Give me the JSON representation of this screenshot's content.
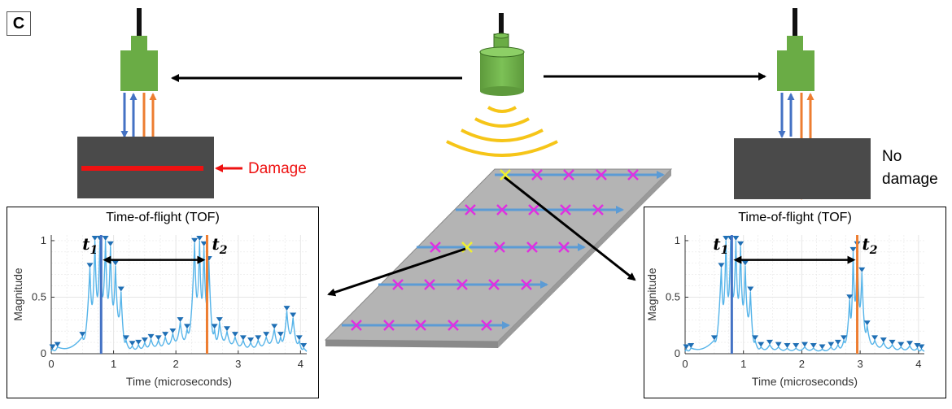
{
  "panel_label": "C",
  "damage_label": "Damage",
  "no_damage_label_line1": "No",
  "no_damage_label_line2": "damage",
  "colors": {
    "transducer": "#6aac45",
    "cable": "#111111",
    "wave": "#f6c518",
    "plate_dark": "#4a4a4a",
    "damage_line": "#ee1111",
    "arrow_blue": "#4472c4",
    "arrow_orange": "#ed7d31",
    "scan_arrow": "#5b9bd5",
    "marker_magenta": "#e030e0",
    "marker_yellow": "#f0f030",
    "signal": "#56b4e9",
    "peak_marker": "#1f6fb5",
    "t1_line": "#4472c4",
    "t2_line": "#ed7d31"
  },
  "plots": [
    {
      "title": "Time-of-flight (TOF)",
      "xlabel": "Time (microseconds)",
      "ylabel": "Magnitude",
      "t1_label": "t",
      "t1_sub": "1",
      "t2_label": "t",
      "t2_sub": "2",
      "xticks": [
        "0",
        "1",
        "2",
        "3",
        "4"
      ],
      "yticks": [
        "0",
        "0.5",
        "1"
      ]
    },
    {
      "title": "Time-of-flight (TOF)",
      "xlabel": "Time (microseconds)",
      "ylabel": "Magnitude",
      "t1_label": "t",
      "t1_sub": "1",
      "t2_label": "t",
      "t2_sub": "2",
      "xticks": [
        "0",
        "1",
        "2",
        "3",
        "4"
      ],
      "yticks": [
        "0",
        "0.5",
        "1"
      ]
    }
  ],
  "chart_data": [
    {
      "type": "line",
      "title": "Time-of-flight (TOF)",
      "xlabel": "Time (microseconds)",
      "ylabel": "Magnitude",
      "xlim": [
        0,
        4.1
      ],
      "ylim": [
        0,
        1.05
      ],
      "t1": 0.8,
      "t2": 2.5,
      "peaks_x": [
        0.02,
        0.1,
        0.5,
        0.62,
        0.7,
        0.78,
        0.87,
        0.95,
        1.03,
        1.12,
        1.2,
        1.3,
        1.4,
        1.5,
        1.6,
        1.72,
        1.83,
        1.95,
        2.07,
        2.18,
        2.3,
        2.38,
        2.45,
        2.53,
        2.62,
        2.7,
        2.82,
        2.95,
        3.08,
        3.2,
        3.32,
        3.45,
        3.58,
        3.68,
        3.78,
        3.88,
        3.98,
        4.05
      ],
      "peaks_y": [
        0.04,
        0.06,
        0.15,
        0.76,
        1.0,
        1.0,
        1.0,
        0.95,
        0.78,
        0.55,
        0.12,
        0.07,
        0.08,
        0.1,
        0.13,
        0.12,
        0.15,
        0.18,
        0.28,
        0.22,
        0.98,
        1.0,
        0.95,
        0.82,
        0.22,
        0.28,
        0.2,
        0.15,
        0.12,
        0.1,
        0.12,
        0.15,
        0.22,
        0.15,
        0.38,
        0.32,
        0.12,
        0.05
      ]
    },
    {
      "type": "line",
      "title": "Time-of-flight (TOF)",
      "xlabel": "Time (microseconds)",
      "ylabel": "Magnitude",
      "xlim": [
        0,
        4.1
      ],
      "ylim": [
        0,
        1.05
      ],
      "t1": 0.8,
      "t2": 2.95,
      "peaks_x": [
        0.02,
        0.1,
        0.5,
        0.62,
        0.7,
        0.78,
        0.87,
        0.95,
        1.03,
        1.12,
        1.2,
        1.3,
        1.45,
        1.6,
        1.75,
        1.9,
        2.05,
        2.2,
        2.35,
        2.5,
        2.62,
        2.72,
        2.82,
        2.88,
        2.95,
        3.03,
        3.12,
        3.25,
        3.4,
        3.55,
        3.7,
        3.85,
        3.98,
        4.05
      ],
      "peaks_y": [
        0.04,
        0.05,
        0.12,
        0.76,
        1.0,
        1.0,
        1.0,
        0.95,
        0.78,
        0.55,
        0.12,
        0.06,
        0.08,
        0.06,
        0.05,
        0.05,
        0.06,
        0.05,
        0.04,
        0.06,
        0.08,
        0.12,
        0.48,
        0.9,
        0.95,
        0.72,
        0.25,
        0.12,
        0.1,
        0.08,
        0.06,
        0.07,
        0.05,
        0.04
      ]
    }
  ]
}
